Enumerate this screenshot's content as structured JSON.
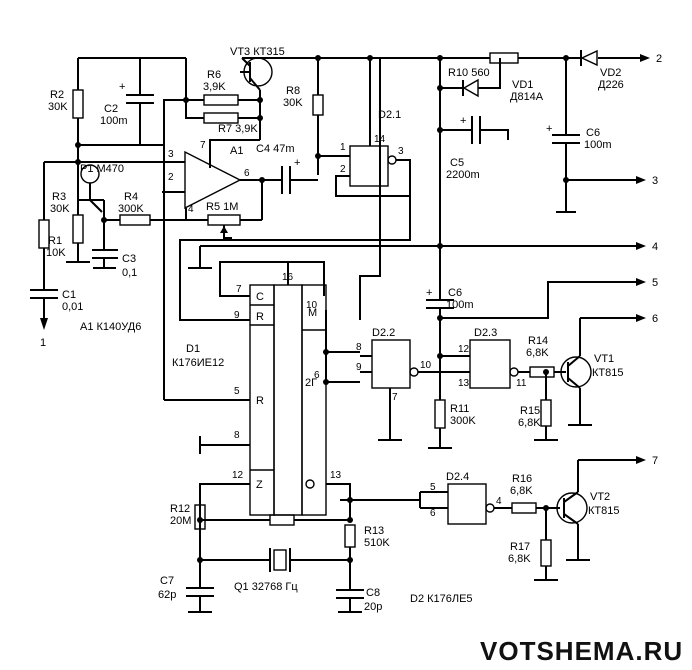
{
  "labels": {
    "vt3": "VT3 КТ315",
    "r6": "R6",
    "r6v": "3,9K",
    "r7": "R7 3,9K",
    "r2": "R2",
    "r2v": "30K",
    "c2": "C2",
    "c2v": "100m",
    "r8": "R8",
    "r8v": "30K",
    "a1": "A1",
    "c4": "C4 47m",
    "d21": "D2.1",
    "r10": "R10 560",
    "vd1": "VD1",
    "vd1v": "Д814А",
    "vd2": "VD2",
    "vd2v": "Д226",
    "c6a": "C6",
    "c6av": "100m",
    "c5": "C5",
    "c5v": "2200m",
    "p1": "P1 M470",
    "r3": "R3",
    "r3v": "30K",
    "r4": "R4",
    "r4v": "300K",
    "r5": "R5 1M",
    "r1": "R1",
    "r1v": "10K",
    "c3": "C3",
    "c3v": "0,1",
    "c1": "C1",
    "c1v": "0,01",
    "a1type": "A1 К140УД6",
    "d1": "D1",
    "d1type": "К176ИЕ12",
    "c6b": "C6",
    "c6bv": "100m",
    "d22": "D2.2",
    "d23": "D2.3",
    "r14": "R14",
    "r14v": "6,8K",
    "vt1": "VT1",
    "vt1v": "КТ815",
    "r11": "R11",
    "r11v": "300K",
    "r15": "R15",
    "r15v": "6,8K",
    "d24": "D2.4",
    "r16": "R16",
    "r16v": "6,8K",
    "vt2": "VT2",
    "vt2v": "КТ815",
    "r12": "R12",
    "r12v": "20M",
    "r13": "R13",
    "r13v": "510K",
    "r17": "R17",
    "r17v": "6,8K",
    "c7": "C7",
    "c7v": "62p",
    "q1": "Q1 32768 Гц",
    "c8": "C8",
    "c8v": "20p",
    "d2type": "D2 К176ЛЕ5",
    "chip_c": "C",
    "chip_r1": "R",
    "chip_r2": "R",
    "chip_m": "M",
    "chip_2g": "2Г",
    "chip_z": "Z"
  },
  "pins": {
    "p3": "3",
    "p2": "2",
    "p7": "7",
    "p4": "4",
    "p6": "6",
    "d21_1": "1",
    "d21_14": "14",
    "d21_2": "2",
    "d21_3": "3",
    "d1_16": "16",
    "d1_7": "7",
    "d1_9": "9",
    "d1_10": "10",
    "d1_6": "6",
    "d1_5": "5",
    "d1_8": "8",
    "d1_12": "12",
    "d1_13": "13",
    "d22_8": "8",
    "d22_9": "9",
    "d22_10": "10",
    "d22_7": "7",
    "d23_12": "12",
    "d23_13": "13",
    "d23_11": "11",
    "d24_5": "5",
    "d24_6": "6",
    "d24_4": "4"
  },
  "terminals": {
    "t1": "1",
    "t2": "2",
    "t3": "3",
    "t4": "4",
    "t5": "5",
    "t6": "6",
    "t7": "7"
  },
  "watermark": "VOTSHEMA.RU"
}
